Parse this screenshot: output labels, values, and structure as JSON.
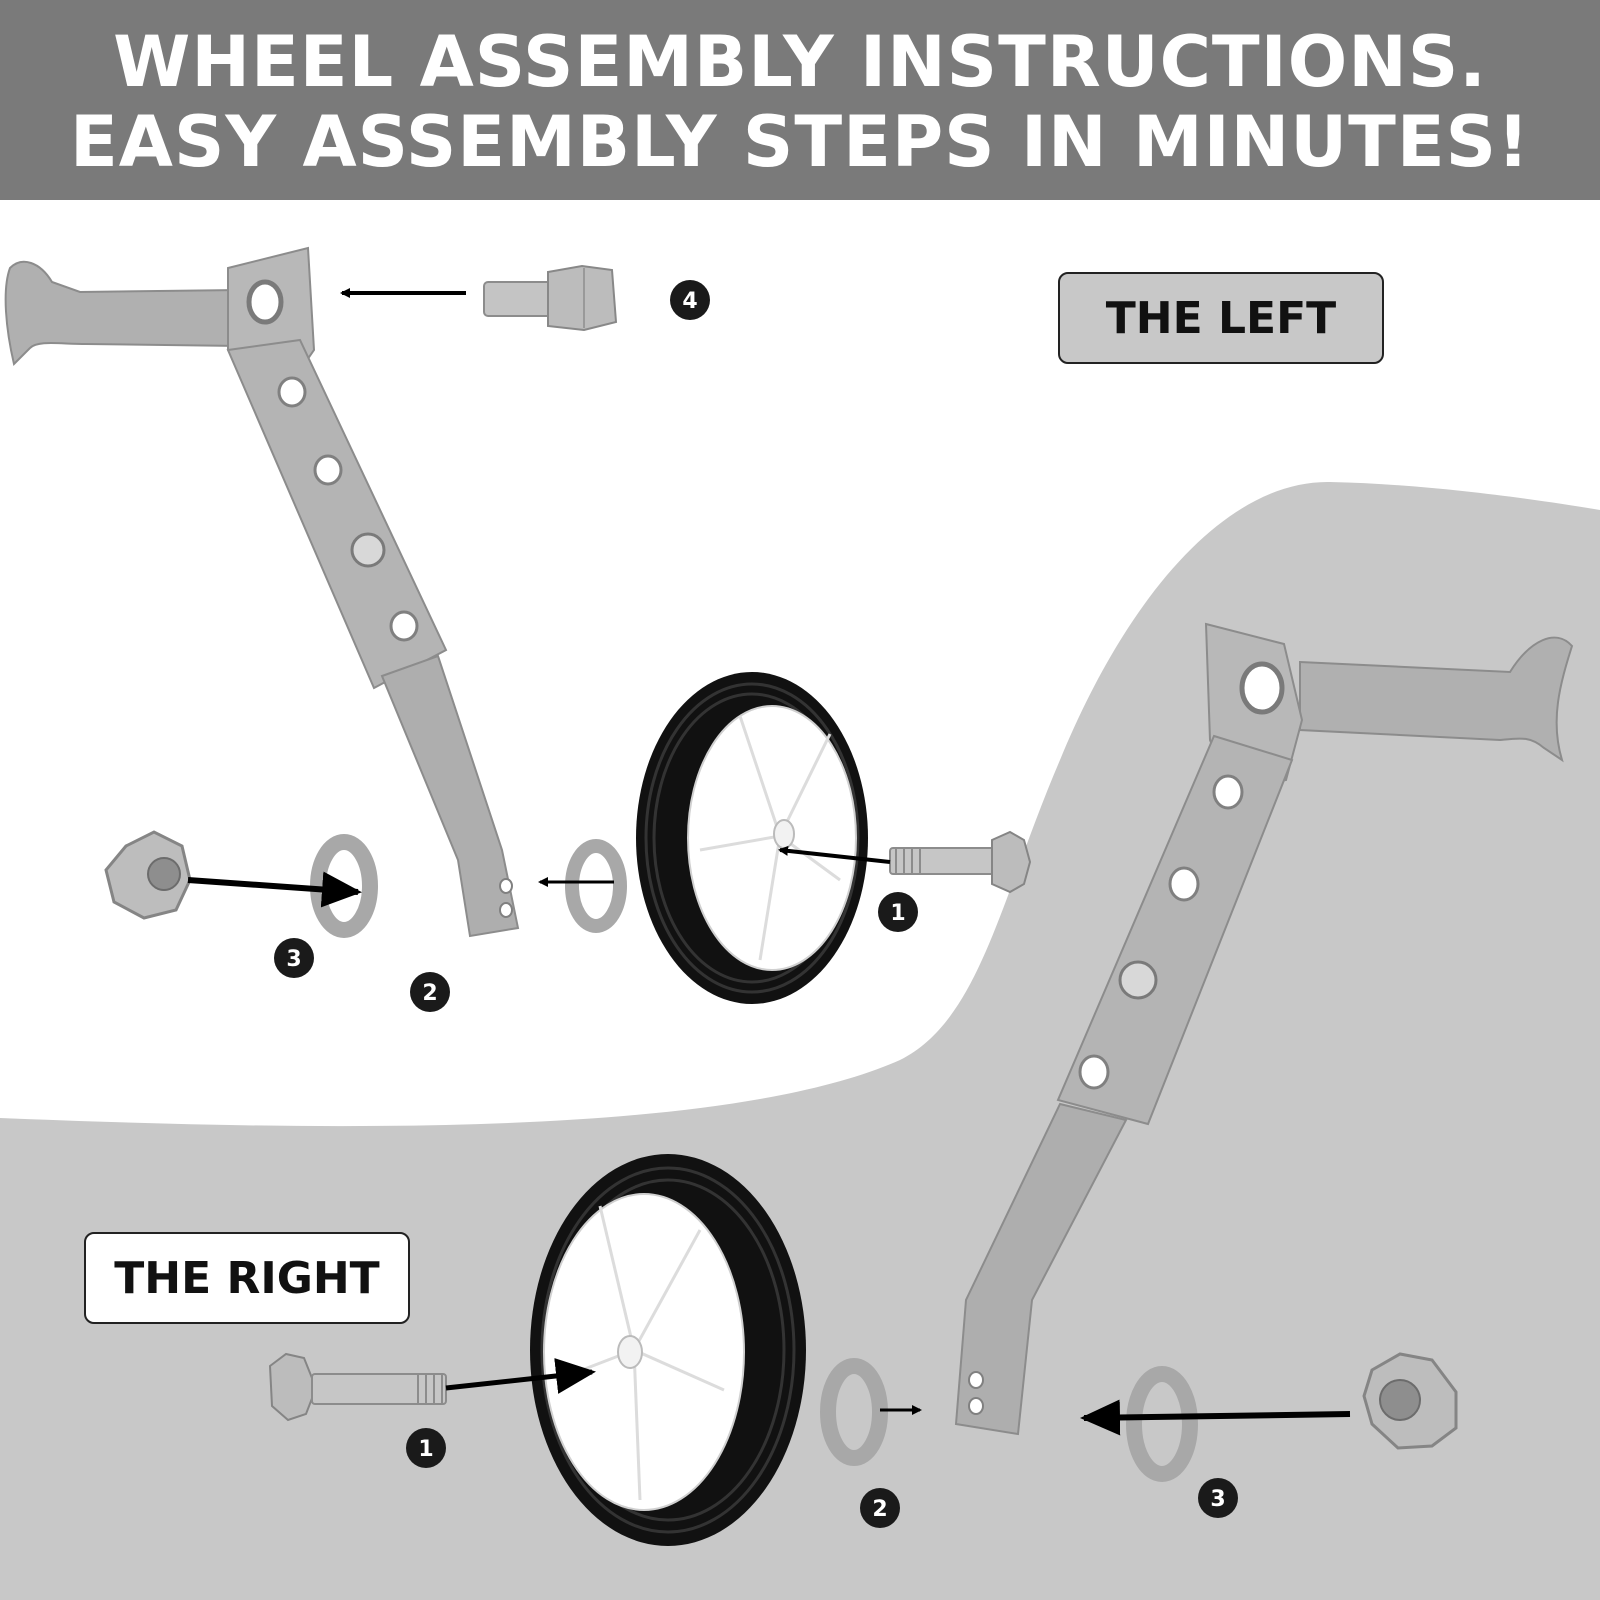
{
  "header": {
    "line1": "WHEEL ASSEMBLY INSTRUCTIONS.",
    "line2": "EASY ASSEMBLY STEPS IN MINUTES!"
  },
  "labels": {
    "left": "THE LEFT",
    "right": "THE RIGHT"
  },
  "steps": {
    "one": "1",
    "two": "2",
    "three": "3",
    "four": "4"
  },
  "colors": {
    "banner": "#7a7a7a",
    "background_gray": "#c8c8c8",
    "metal": "#b4b4b4",
    "tire": "#111111",
    "hub": "#ffffff"
  }
}
